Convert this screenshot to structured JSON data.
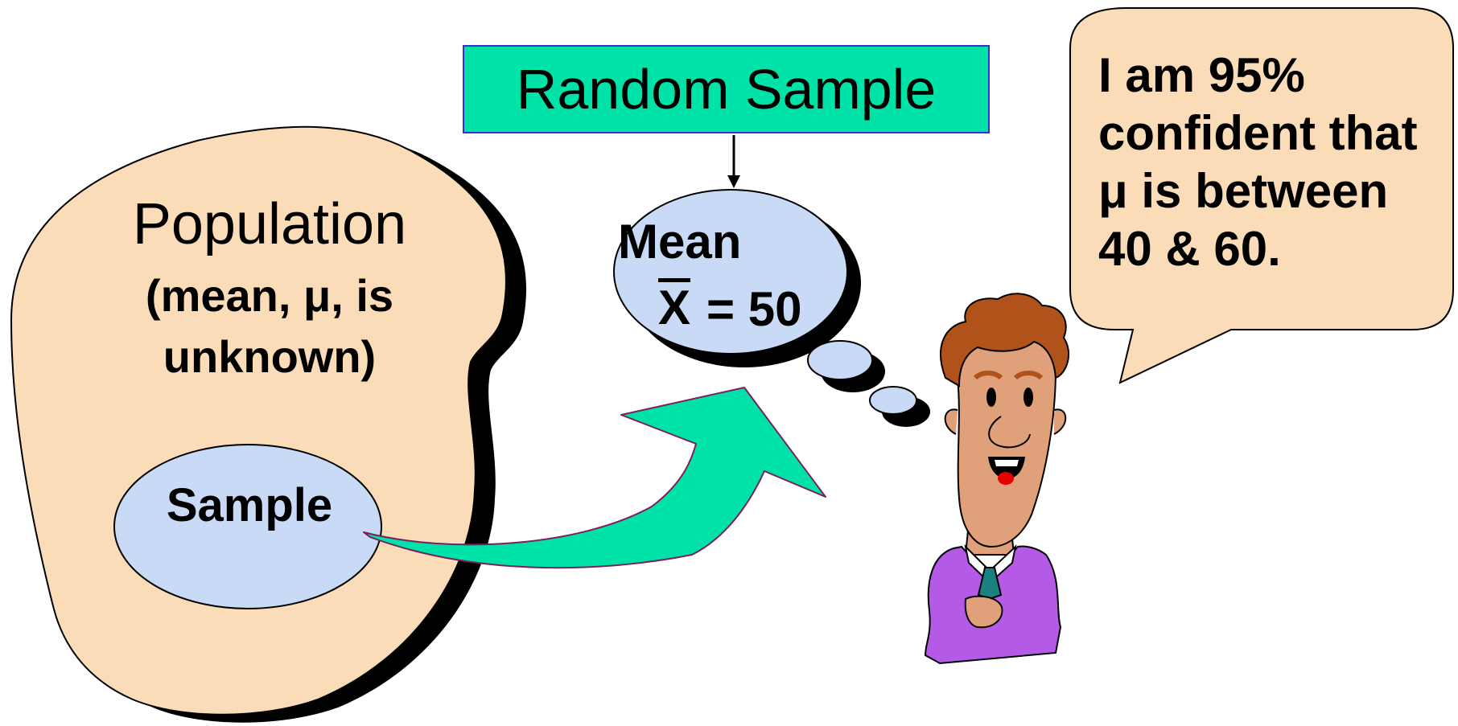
{
  "diagram": {
    "random_sample_label": "Random Sample",
    "population": {
      "title": "Population",
      "subtitle": "(mean, μ, is unknown)"
    },
    "sample_label": "Sample",
    "mean_bubble": {
      "label": "Mean",
      "symbol": "X",
      "value_text": "= 50"
    },
    "speech_bubble": {
      "text": "I am 95% confident that μ is between 40 & 60."
    },
    "colors": {
      "population_fill": "#fadcb8",
      "bubble_fill": "#c8daf5",
      "arrow_fill": "#00e3a8",
      "title_box_fill": "#00e3a8",
      "title_box_border": "#3333cc",
      "speech_fill": "#fadcb8",
      "shirt_fill": "#b45ae6",
      "tie_fill": "#1a8080",
      "skin_fill": "#e0a07a",
      "hair_fill": "#b0521a"
    }
  }
}
